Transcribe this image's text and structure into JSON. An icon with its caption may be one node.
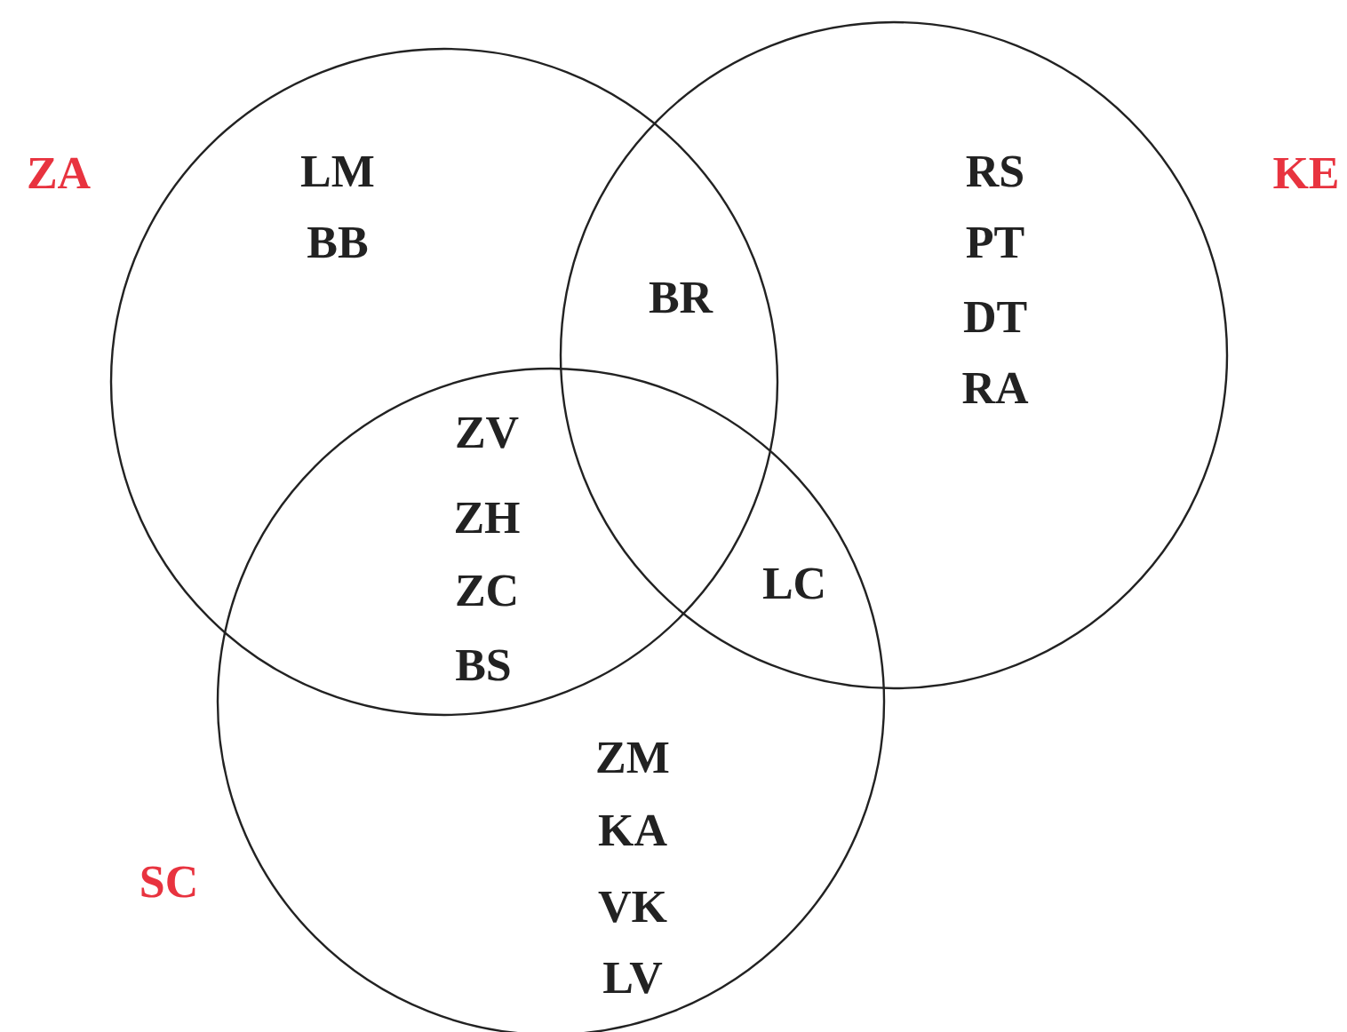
{
  "diagram": {
    "nodes": [
      {
        "text": [
          "ZA"
        ]
      },
      {
        "text": [
          "KE"
        ]
      },
      {
        "text": [
          "SC"
        ]
      }
    ],
    "labels": [
      "LM",
      "BB",
      "RS",
      "PT",
      "BR",
      "DT",
      "RA",
      "ZV",
      "ZH",
      "ZC",
      "LC",
      "BS",
      "ZM",
      "KA",
      "VK",
      "LV"
    ]
  }
}
